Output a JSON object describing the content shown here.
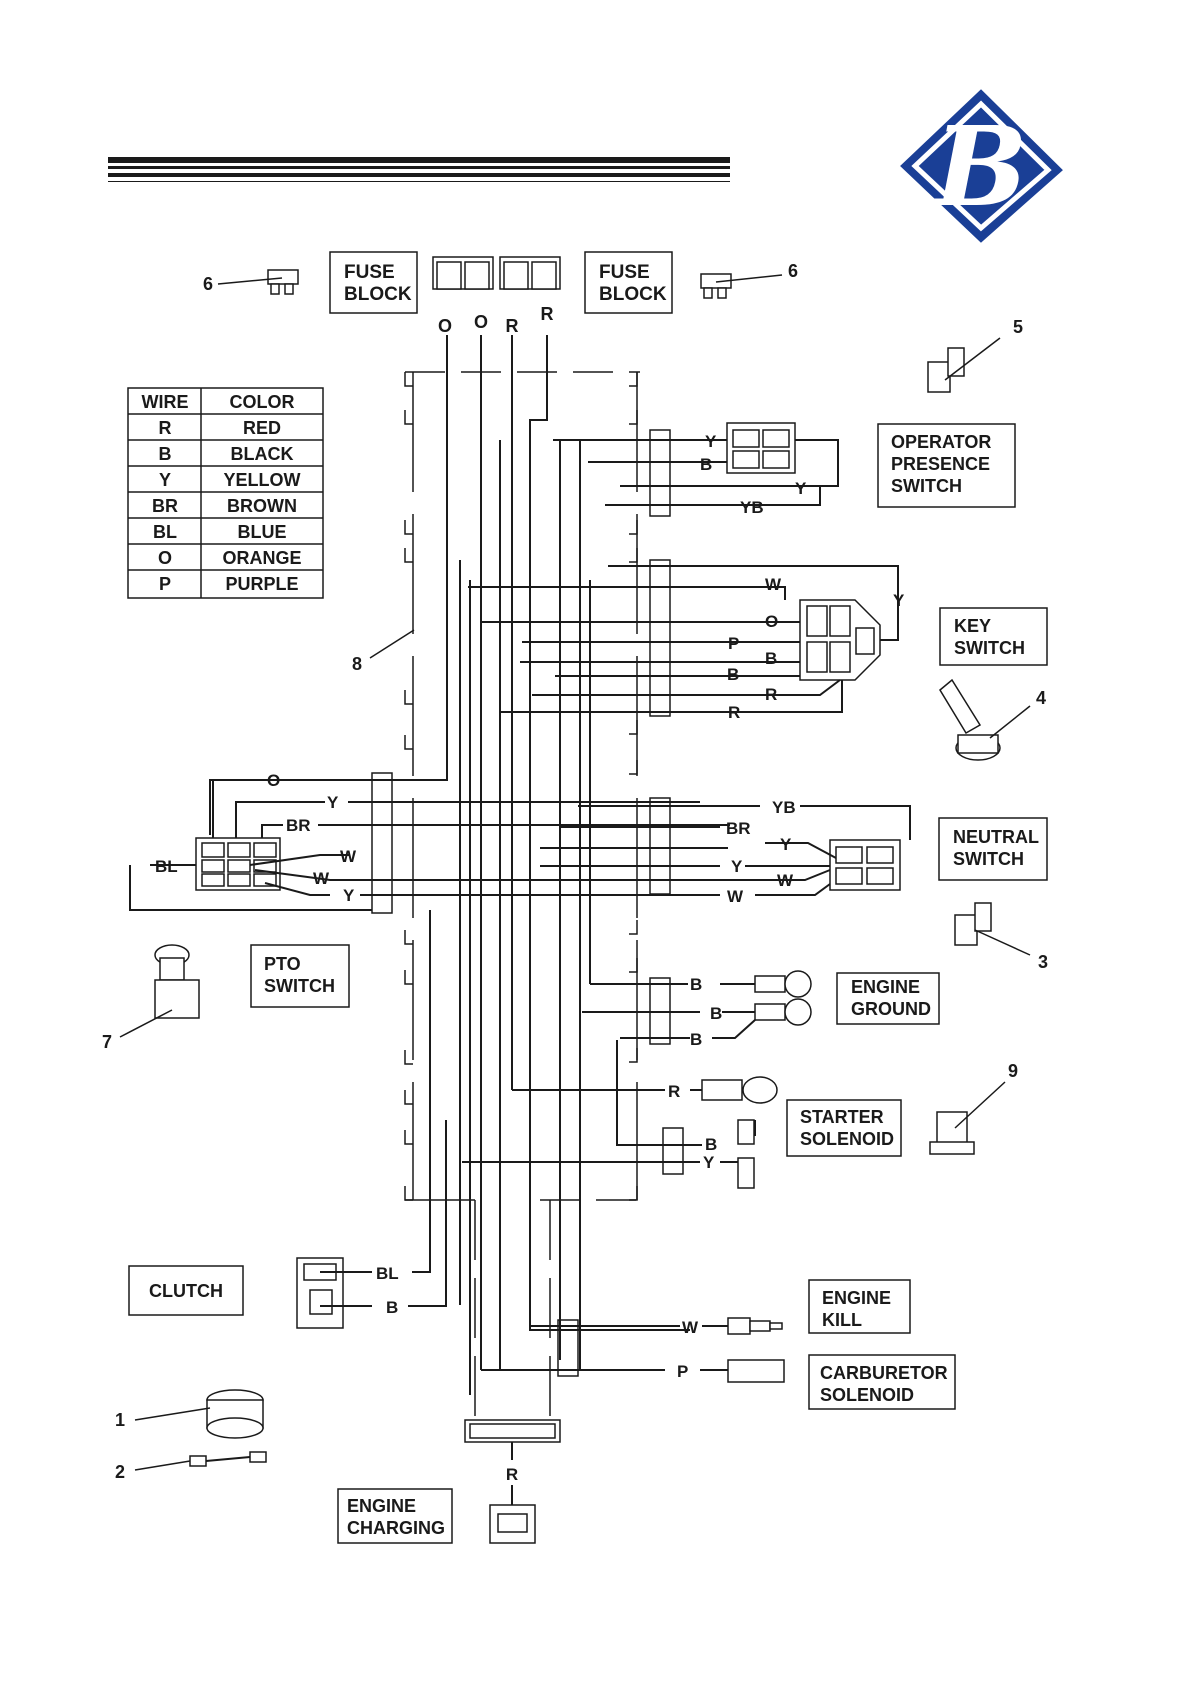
{
  "logo_letter": "B",
  "colors": {
    "logo_blue": "#1a3f96",
    "ink": "#1a1a1a"
  },
  "fuse_block_left": [
    "FUSE",
    "BLOCK"
  ],
  "fuse_block_right": [
    "FUSE",
    "BLOCK"
  ],
  "fuse_wires": [
    "O",
    "O",
    "R",
    "R"
  ],
  "callouts": {
    "c6a": "6",
    "c6b": "6",
    "c5": "5",
    "c4": "4",
    "c3": "3",
    "c8": "8",
    "c7": "7",
    "c9": "9",
    "c1": "1",
    "c2": "2"
  },
  "legend": {
    "header_wire": "WIRE",
    "header_color": "COLOR",
    "rows": [
      {
        "code": "R",
        "color": "RED"
      },
      {
        "code": "B",
        "color": "BLACK"
      },
      {
        "code": "Y",
        "color": "YELLOW"
      },
      {
        "code": "BR",
        "color": "BROWN"
      },
      {
        "code": "BL",
        "color": "BLUE"
      },
      {
        "code": "O",
        "color": "ORANGE"
      },
      {
        "code": "P",
        "color": "PURPLE"
      }
    ]
  },
  "components": {
    "operator_presence": [
      "OPERATOR",
      "PRESENCE",
      "SWITCH"
    ],
    "key_switch": [
      "KEY",
      "SWITCH"
    ],
    "neutral_switch": [
      "NEUTRAL",
      "SWITCH"
    ],
    "pto_switch": [
      "PTO",
      "SWITCH"
    ],
    "engine_ground": [
      "ENGINE",
      "GROUND"
    ],
    "starter_solenoid": [
      "STARTER",
      "SOLENOID"
    ],
    "clutch": [
      "CLUTCH"
    ],
    "engine_kill": [
      "ENGINE",
      "KILL"
    ],
    "carb_solenoid": [
      "CARBURETOR",
      "SOLENOID"
    ],
    "engine_charging": [
      "ENGINE",
      "CHARGING"
    ]
  },
  "wire_labels": {
    "ops_y1": "Y",
    "ops_b": "B",
    "ops_y2": "Y",
    "ops_yb": "YB",
    "key_w": "W",
    "key_y": "Y",
    "key_o": "O",
    "key_p": "P",
    "key_b1": "B",
    "key_b2": "B",
    "key_r1": "R",
    "key_r2": "R",
    "pto_o": "O",
    "pto_y1": "Y",
    "pto_br": "BR",
    "pto_bl": "BL",
    "pto_w1": "W",
    "pto_w2": "W",
    "pto_y2": "Y",
    "neu_yb": "YB",
    "neu_br": "BR",
    "neu_y1": "Y",
    "neu_y2": "Y",
    "neu_w1": "W",
    "neu_w2": "W",
    "gnd_b1": "B",
    "gnd_b2": "B",
    "gnd_b3": "B",
    "sol_r": "R",
    "sol_b": "B",
    "sol_y": "Y",
    "clu_bl": "BL",
    "clu_b": "B",
    "kill_w": "W",
    "carb_p": "P",
    "chg_r": "R"
  }
}
